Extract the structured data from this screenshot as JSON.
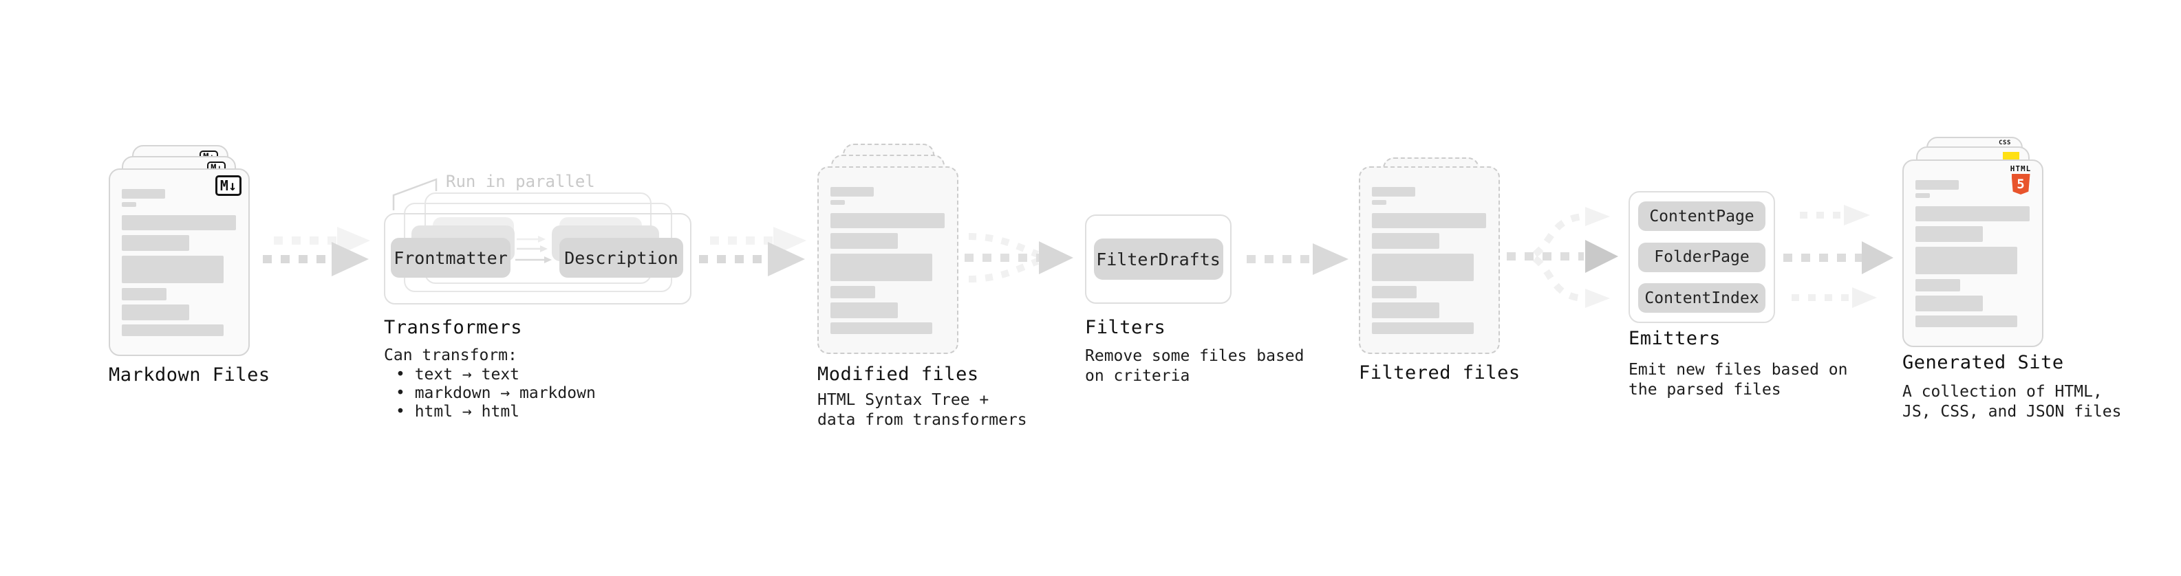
{
  "diagram": {
    "stages": [
      {
        "label": "Markdown Files",
        "badge": "M↓"
      },
      {
        "label": "Transformers",
        "callout": "Run in parallel",
        "pills": [
          "Frontmatter",
          "Description"
        ],
        "desc_title": "Can transform:",
        "bullets": [
          "• text → text",
          "• markdown → markdown",
          "• html → html"
        ]
      },
      {
        "label": "Modified files",
        "desc": "HTML Syntax Tree +\ndata from transformers"
      },
      {
        "label": "Filters",
        "pills": [
          "FilterDrafts"
        ],
        "desc": "Remove some files based\non criteria"
      },
      {
        "label": "Filtered files"
      },
      {
        "label": "Emitters",
        "pills": [
          "ContentPage",
          "FolderPage",
          "ContentIndex"
        ],
        "desc": "Emit new files based on\nthe parsed files"
      },
      {
        "label": "Generated Site",
        "badges": {
          "css": "CSS",
          "html": "HTML",
          "five": "5"
        },
        "desc": "A collection of HTML,\nJS, CSS, and JSON files"
      }
    ],
    "colors": {
      "accent_html5": "#e8542c",
      "accent_js": "#ffe014",
      "accent_css": "#2b6df0",
      "bar_gray": "#d9d9d9",
      "pill_gray": "#d7d7d7",
      "arrow_gray": "#d9d9d9"
    }
  }
}
